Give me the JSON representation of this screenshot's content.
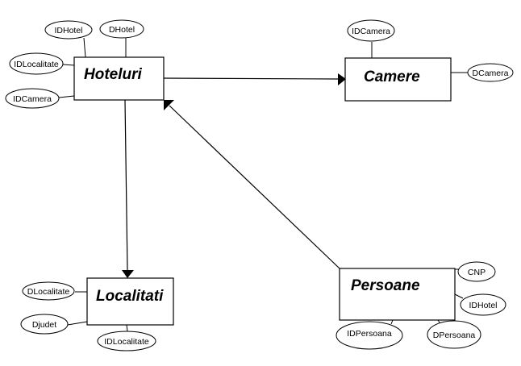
{
  "diagram": {
    "type": "entity-relationship",
    "entities": [
      {
        "id": "hoteluri",
        "label": "Hoteluri",
        "attributes": [
          {
            "id": "h_idhotel",
            "label": "IDHotel"
          },
          {
            "id": "h_dhotel",
            "label": "DHotel"
          },
          {
            "id": "h_idlocalitate",
            "label": "IDLocalitate"
          },
          {
            "id": "h_idcamera",
            "label": "IDCamera"
          }
        ]
      },
      {
        "id": "camere",
        "label": "Camere",
        "attributes": [
          {
            "id": "c_idcamera",
            "label": "IDCamera"
          },
          {
            "id": "c_dcamera",
            "label": "DCamera"
          }
        ]
      },
      {
        "id": "localitati",
        "label": "Localitati",
        "attributes": [
          {
            "id": "l_dlocalitate",
            "label": "DLocalitate"
          },
          {
            "id": "l_djudet",
            "label": "Djudet"
          },
          {
            "id": "l_idlocalitate",
            "label": "IDLocalitate"
          }
        ]
      },
      {
        "id": "persoane",
        "label": "Persoane",
        "attributes": [
          {
            "id": "p_cnp",
            "label": "CNP"
          },
          {
            "id": "p_idhotel",
            "label": "IDHotel"
          },
          {
            "id": "p_idpersoana",
            "label": "IDPersoana"
          },
          {
            "id": "p_dpersoana",
            "label": "DPersoana"
          }
        ]
      }
    ],
    "relationships": [
      {
        "from": "hoteluri",
        "to": "camere"
      },
      {
        "from": "hoteluri",
        "to": "localitati"
      },
      {
        "from": "persoane",
        "to": "hoteluri"
      }
    ]
  }
}
